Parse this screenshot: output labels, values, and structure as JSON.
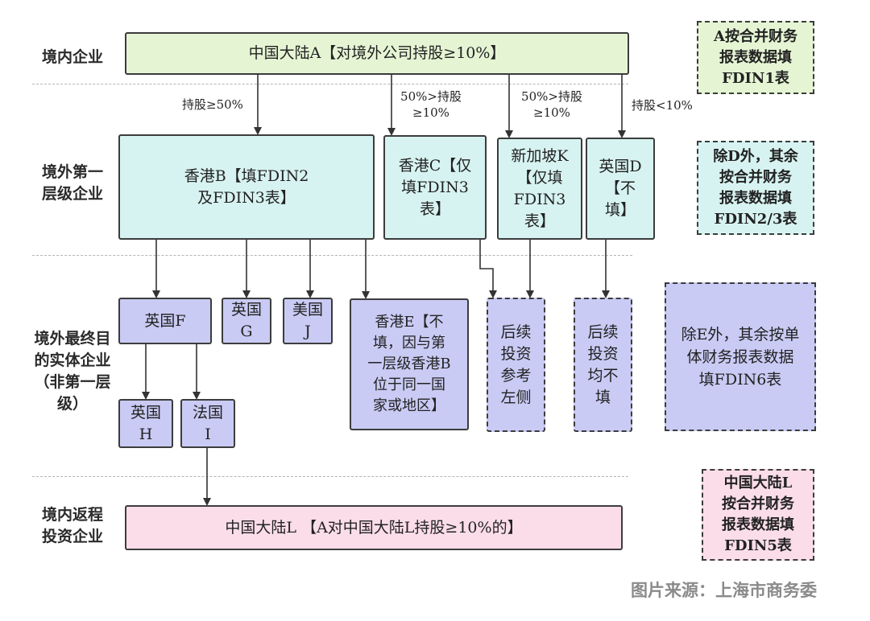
{
  "levels": {
    "domestic": "境内企业",
    "first_tier": "境外第一\n层级企业",
    "final": "境外最终目\n的实体企业\n（非第一层\n级）",
    "round_trip": "境内返程\n投资企业"
  },
  "entities": {
    "a": "中国大陆A【对境外公司持股≥10%】",
    "b": "香港B【填FDIN2\n及FDIN3表】",
    "c": "香港C【仅\n填FDIN3\n表】",
    "k": "新加坡K\n【仅填\nFDIN3\n表】",
    "d": "英国D\n【不\n填】",
    "f": "英国F",
    "g": "英国\nG",
    "j": "美国\nJ",
    "e": "香港E【不\n填，因与第\n一层级香港B\n位于同一国\n家或地区】",
    "follow_c": "后续\n投资\n参考\n左侧",
    "follow_d": "后续\n投资\n均不\n填",
    "h": "英国\nH",
    "i": "法国\nI",
    "l": "中国大陆L 【A对中国大陆L持股≥10%的】"
  },
  "edge_labels": {
    "to_b": "持股≥50%",
    "to_c": "50%>持股\n≥10%",
    "to_k": "50%>持股\n≥10%",
    "to_d": "持股<10%"
  },
  "notes": {
    "fdin1": "A按合并财务\n报表数据填\nFDIN1表",
    "fdin23": "除D外，其余\n按合并财务\n报表数据填\nFDIN2/3表",
    "fdin6": "除E外，其余按单\n体财务报表数据\n填FDIN6表",
    "fdin5": "中国大陆L\n按合并财务\n报表数据填\nFDIN5表"
  },
  "source": "图片来源：上海市商务委",
  "colors": {
    "domestic": "#e5f5d4",
    "first_tier": "#d7f3f1",
    "final": "#c9cbf4",
    "round_trip": "#fbdde9"
  }
}
